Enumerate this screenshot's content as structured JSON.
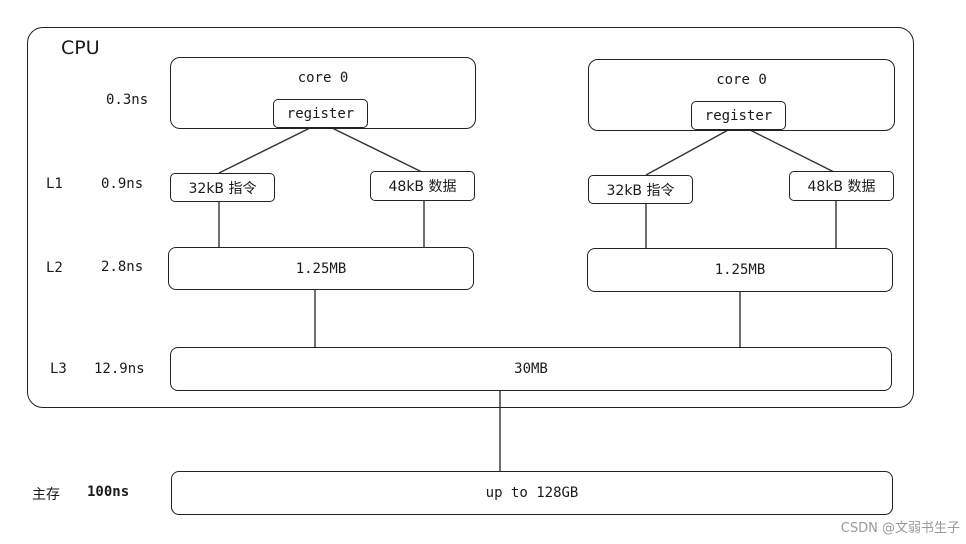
{
  "cpu": {
    "title": "CPU",
    "latency": {
      "register": "0.3ns",
      "l1": "0.9ns",
      "l2": "2.8ns",
      "l3": "12.9ns"
    },
    "levels": {
      "l1": "L1",
      "l2": "L2",
      "l3": "L3"
    },
    "cores": [
      {
        "name": "core 0",
        "register": "register",
        "l1_instr": "32kB 指令",
        "l1_data": "48kB 数据",
        "l2": "1.25MB"
      },
      {
        "name": "core 0",
        "register": "register",
        "l1_instr": "32kB 指令",
        "l1_data": "48kB 数据",
        "l2": "1.25MB"
      }
    ],
    "l3": "30MB"
  },
  "memory": {
    "label": "主存",
    "latency": "100ns",
    "size": "up to 128GB"
  },
  "watermark": "CSDN @文弱书生子"
}
